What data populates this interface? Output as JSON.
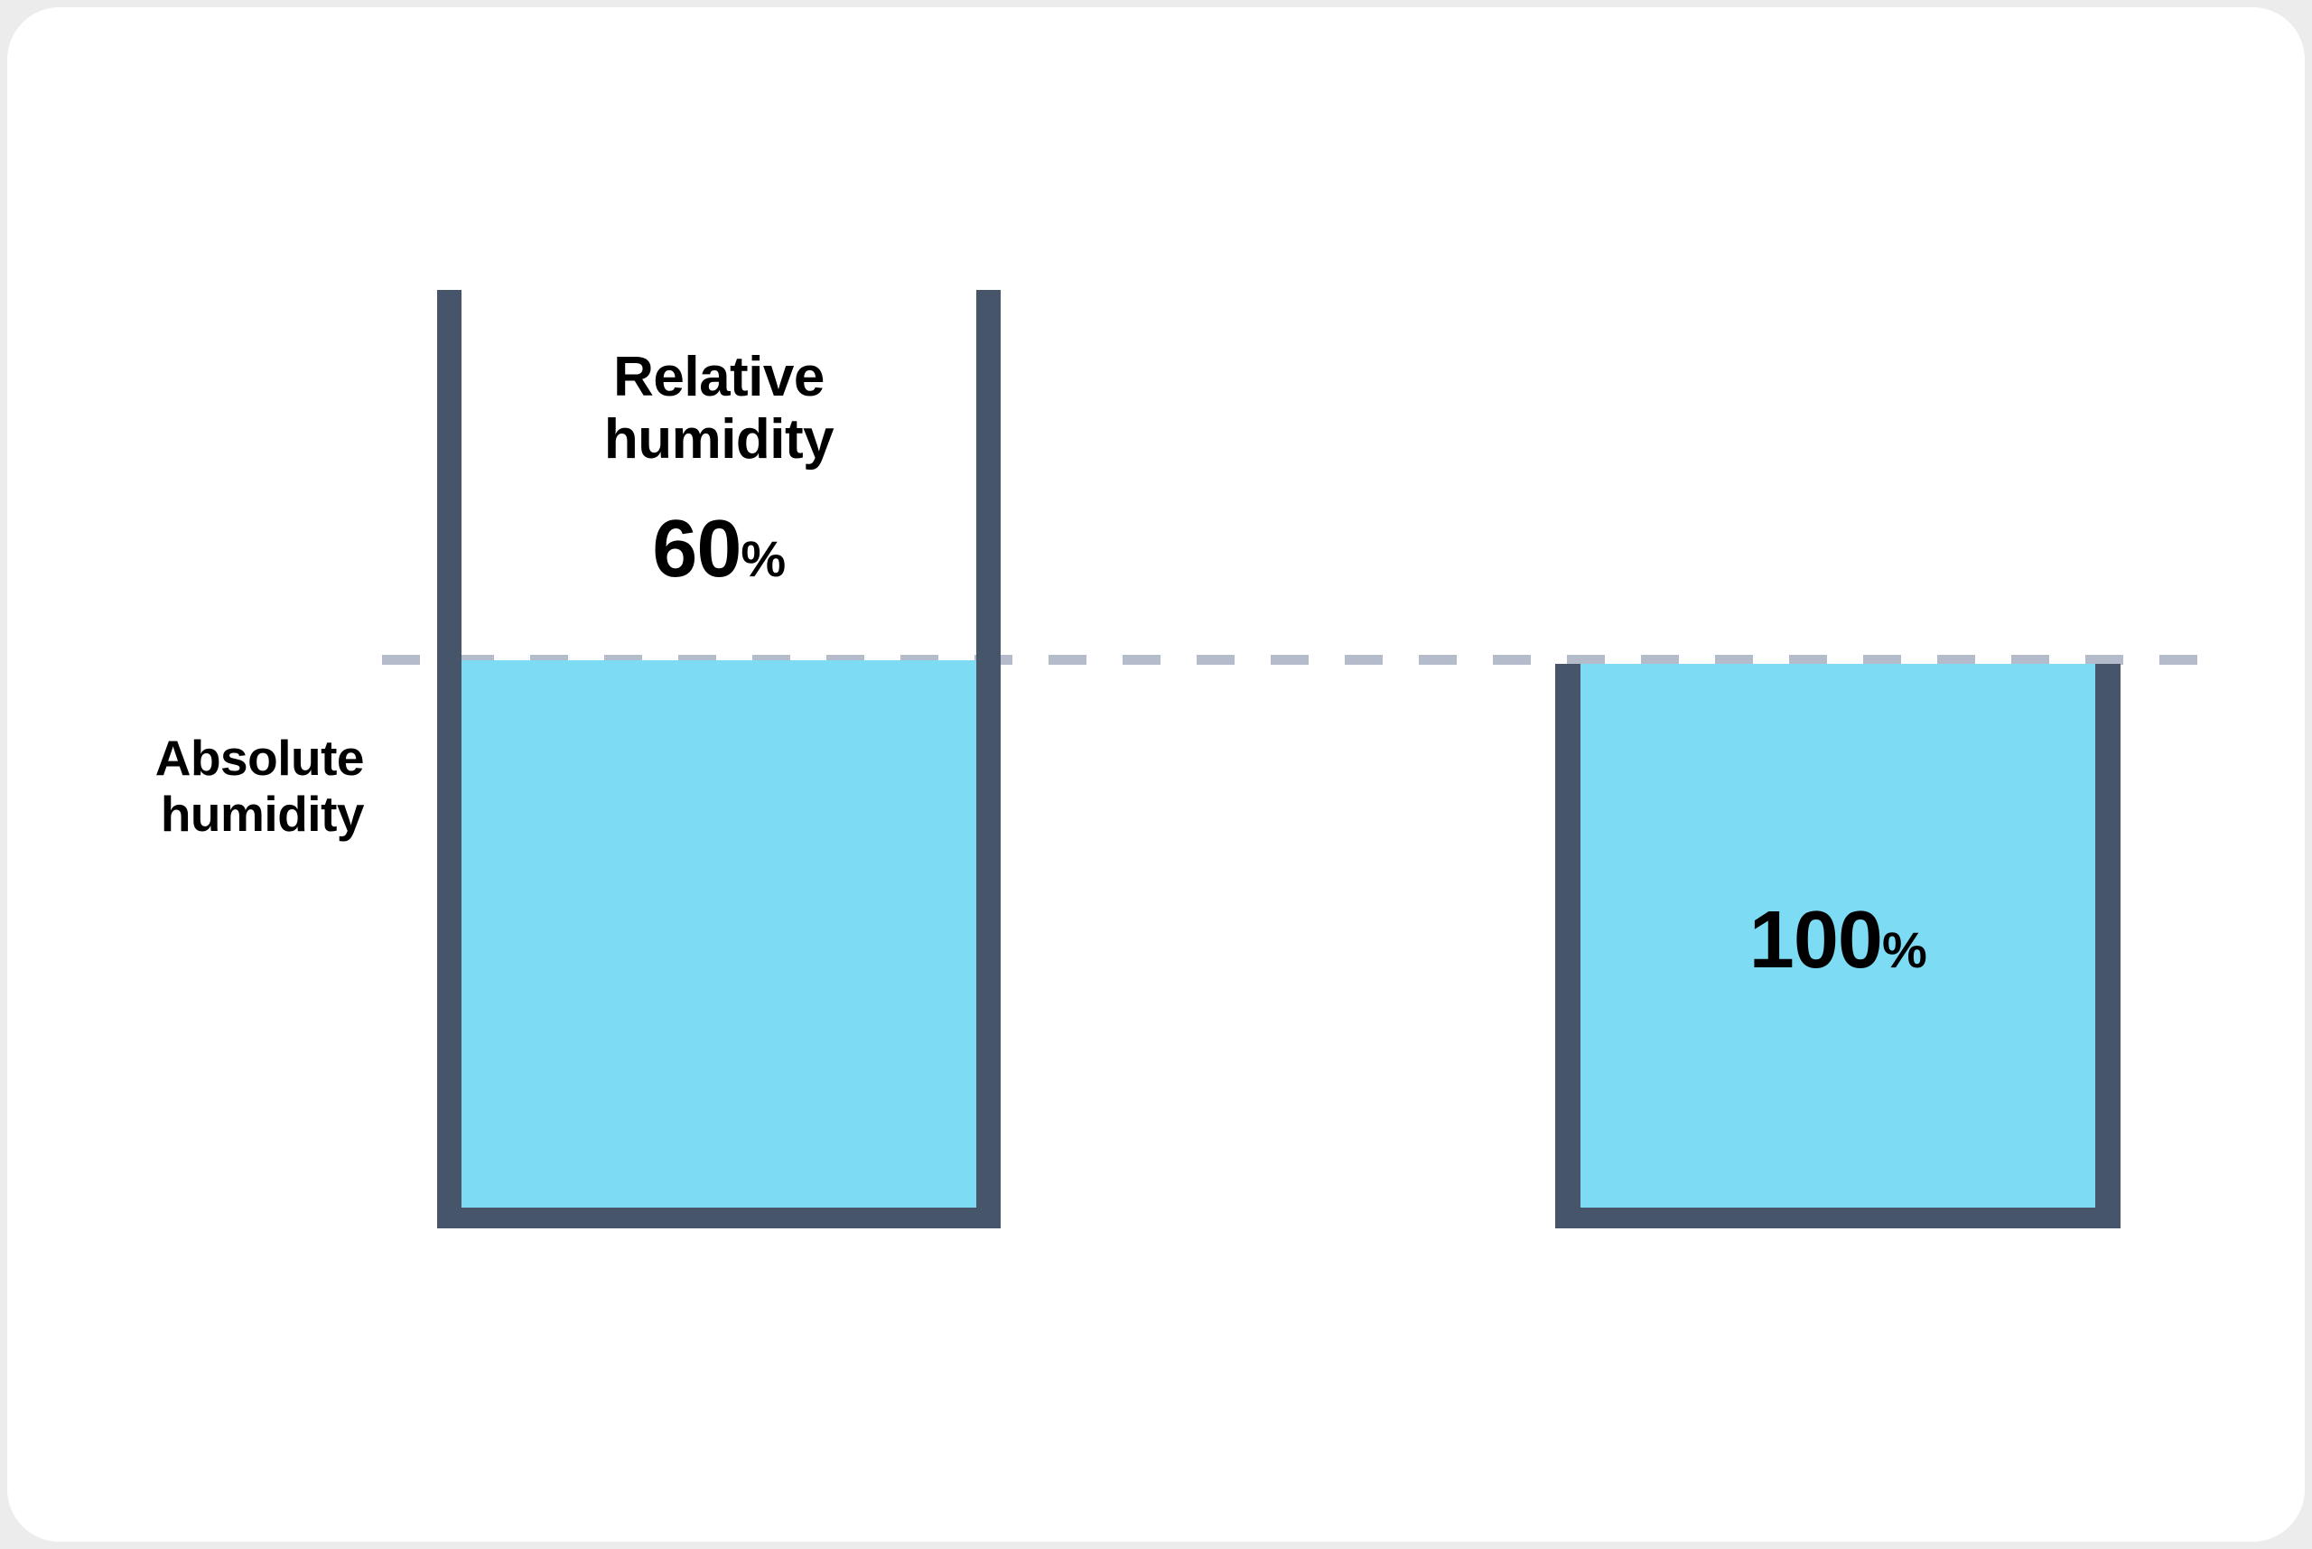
{
  "chart_data": {
    "type": "bar",
    "title": "",
    "subtitle": "",
    "xlabel": "",
    "ylabel": "Absolute humidity",
    "categories": [
      "Relative humidity 60%",
      "100%"
    ],
    "values": [
      60,
      100
    ],
    "unit": "%",
    "ylim": [
      0,
      100
    ],
    "grid": false,
    "legend": "none",
    "annotations": [
      "Dashed line marks the saturation level (maximum absolute humidity)",
      "Left container: partly filled to 60% of its capacity",
      "Right container: completely filled to 100% of its smaller capacity"
    ],
    "series": [
      {
        "name": "Relative humidity",
        "values": [
          60,
          100
        ]
      }
    ]
  },
  "canvas": {
    "background_color": "#ececec",
    "card_color": "#ffffff"
  },
  "saturation_line": {
    "name": "saturation-dashed-line",
    "color": "#b4bccc",
    "style": "dashed"
  },
  "axis_label": {
    "text": "Absolute\nhumidity"
  },
  "containers": [
    {
      "id": "left",
      "wall_color": "#47556b",
      "fill_color": "#7ddcf3",
      "title": "Relative\nhumidity",
      "value": "60",
      "percent_symbol": "%"
    },
    {
      "id": "right",
      "wall_color": "#47556b",
      "fill_color": "#7ddcf3",
      "title": "",
      "value": "100",
      "percent_symbol": "%"
    }
  ]
}
